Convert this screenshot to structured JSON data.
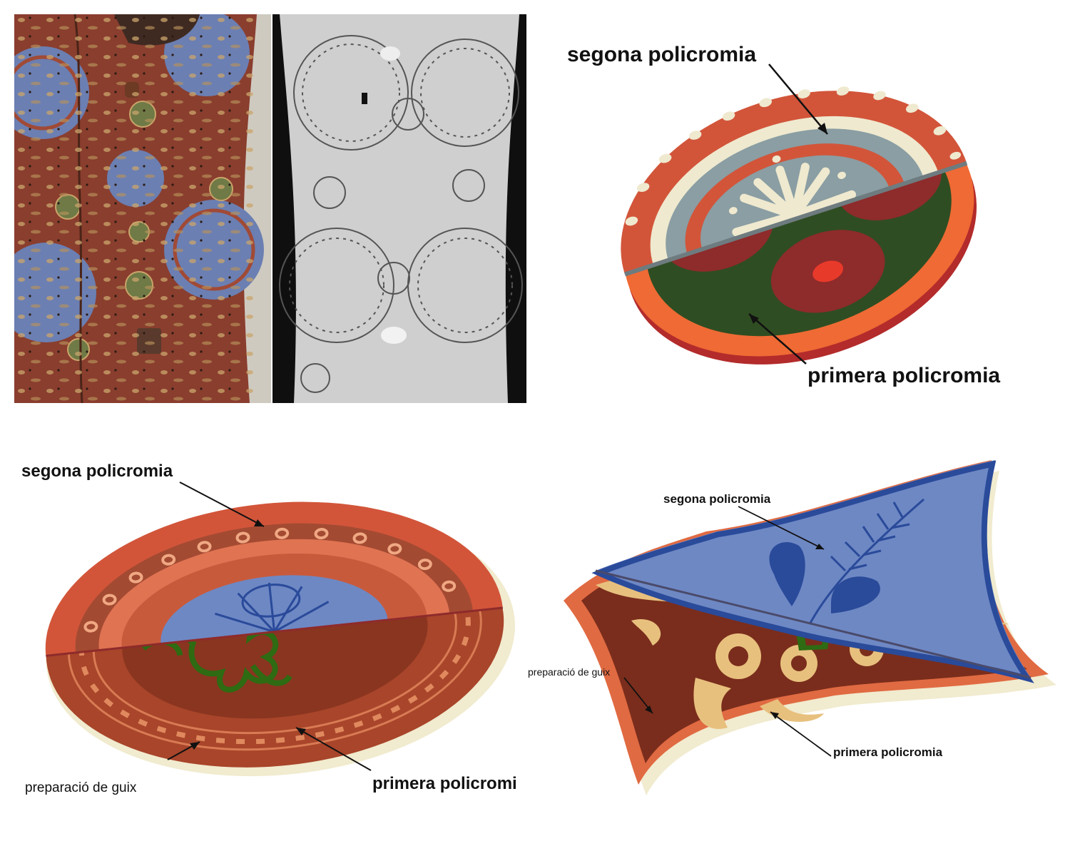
{
  "labels": {
    "top": {
      "second": "segona policromia",
      "first": "primera  policromia"
    },
    "bottom_left": {
      "second": "segona policromia",
      "first": "primera  policromi",
      "gesso": "preparació de guix"
    },
    "bottom_right": {
      "second": "segona policromia",
      "first": "primera policromia",
      "gesso": "preparació de guix"
    }
  },
  "colors": {
    "orange": "#e8693a",
    "brick_red": "#d2553a",
    "dark_red": "#8e2b2b",
    "cream": "#efe9cf",
    "grey_blue": "#8a9ea3",
    "dark_green": "#2f4d22",
    "bright_green": "#2e6b12",
    "blue": "#6e88c4",
    "navy": "#2a4a9a",
    "brown": "#7a2d1c",
    "sand": "#e8c07e",
    "gesso": "#f1ebcf"
  }
}
